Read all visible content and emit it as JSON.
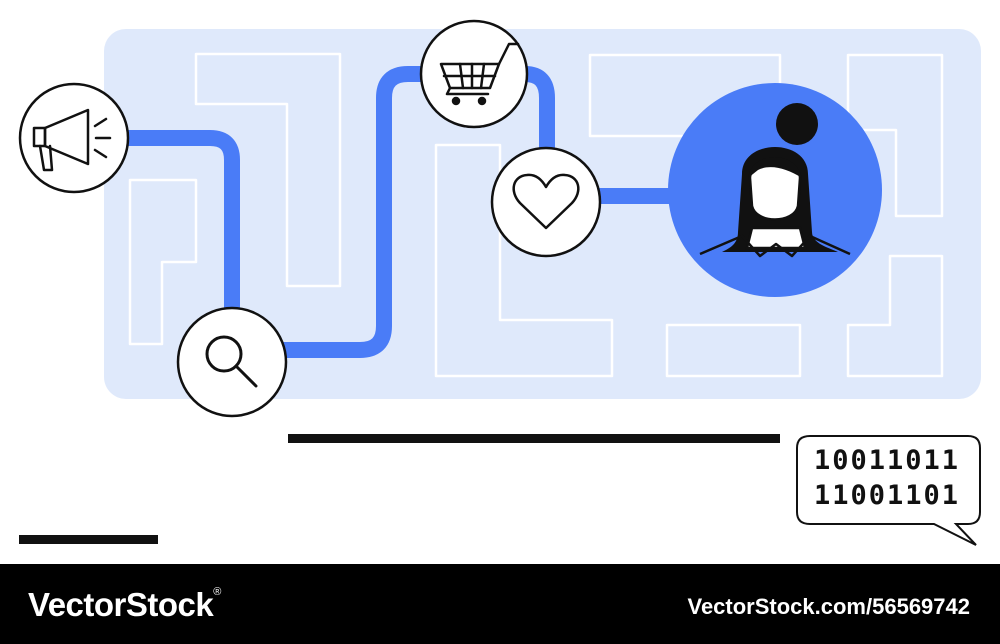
{
  "illustration": {
    "binary_line_1": "10011011",
    "binary_line_2": "11001101",
    "icons": [
      "megaphone-icon",
      "search-icon",
      "shopping-cart-icon",
      "heart-icon",
      "woman-avatar-icon",
      "speech-bubble-icon"
    ],
    "colors": {
      "panel": "#dfe9fb",
      "path": "#4a7cf7",
      "avatar_bg": "#4a7cf7",
      "stroke": "#111111"
    }
  },
  "footer": {
    "brand": "VectorStock",
    "brand_mark": "®",
    "image_url": "VectorStock.com/56569742"
  }
}
